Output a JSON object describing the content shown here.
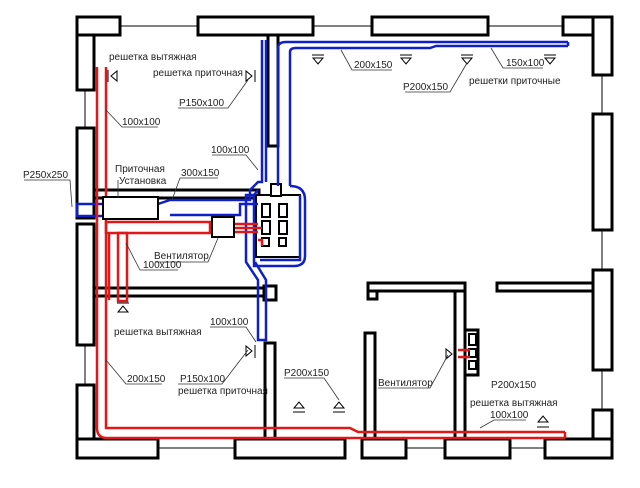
{
  "diagram": {
    "type": "ventilation floor plan",
    "colors": {
      "supply_duct": "#1020c8",
      "exhaust_duct": "#e01818",
      "walls": "#000000"
    },
    "labels": {
      "exhaust_grille_top": "решетка вытяжная",
      "supply_grille_top": "решетка приточная",
      "p150x100_top": "Р150х100",
      "duct_100x100_left": "100х100",
      "duct_100x100_supply": "100х100",
      "p250x250": "Р250х250",
      "ahu_line1": "Приточная",
      "ahu_line2": "Установка",
      "duct_300x150": "300х150",
      "fan_left": "Вентилятор",
      "duct_100x100_fan": "100х100",
      "duct_200x150_top": "200х150",
      "duct_150x100_top": "150х100",
      "p200x150_top": "Р200х150",
      "supply_grilles_top": "решетки приточные",
      "exhaust_grille_bottom_left": "решетка вытяжная",
      "duct_100x100_bottom": "100х100",
      "duct_200x150_left": "200х150",
      "p150x100_bottom": "Р150х100",
      "supply_grille_bottom": "решетка приточная",
      "p200x150_mid": "Р200х150",
      "fan_right": "Вентилятор",
      "p200x150_right": "Р200х150",
      "exhaust_grille_right": "решетка вытяжная",
      "duct_100x100_right": "100х100"
    }
  }
}
